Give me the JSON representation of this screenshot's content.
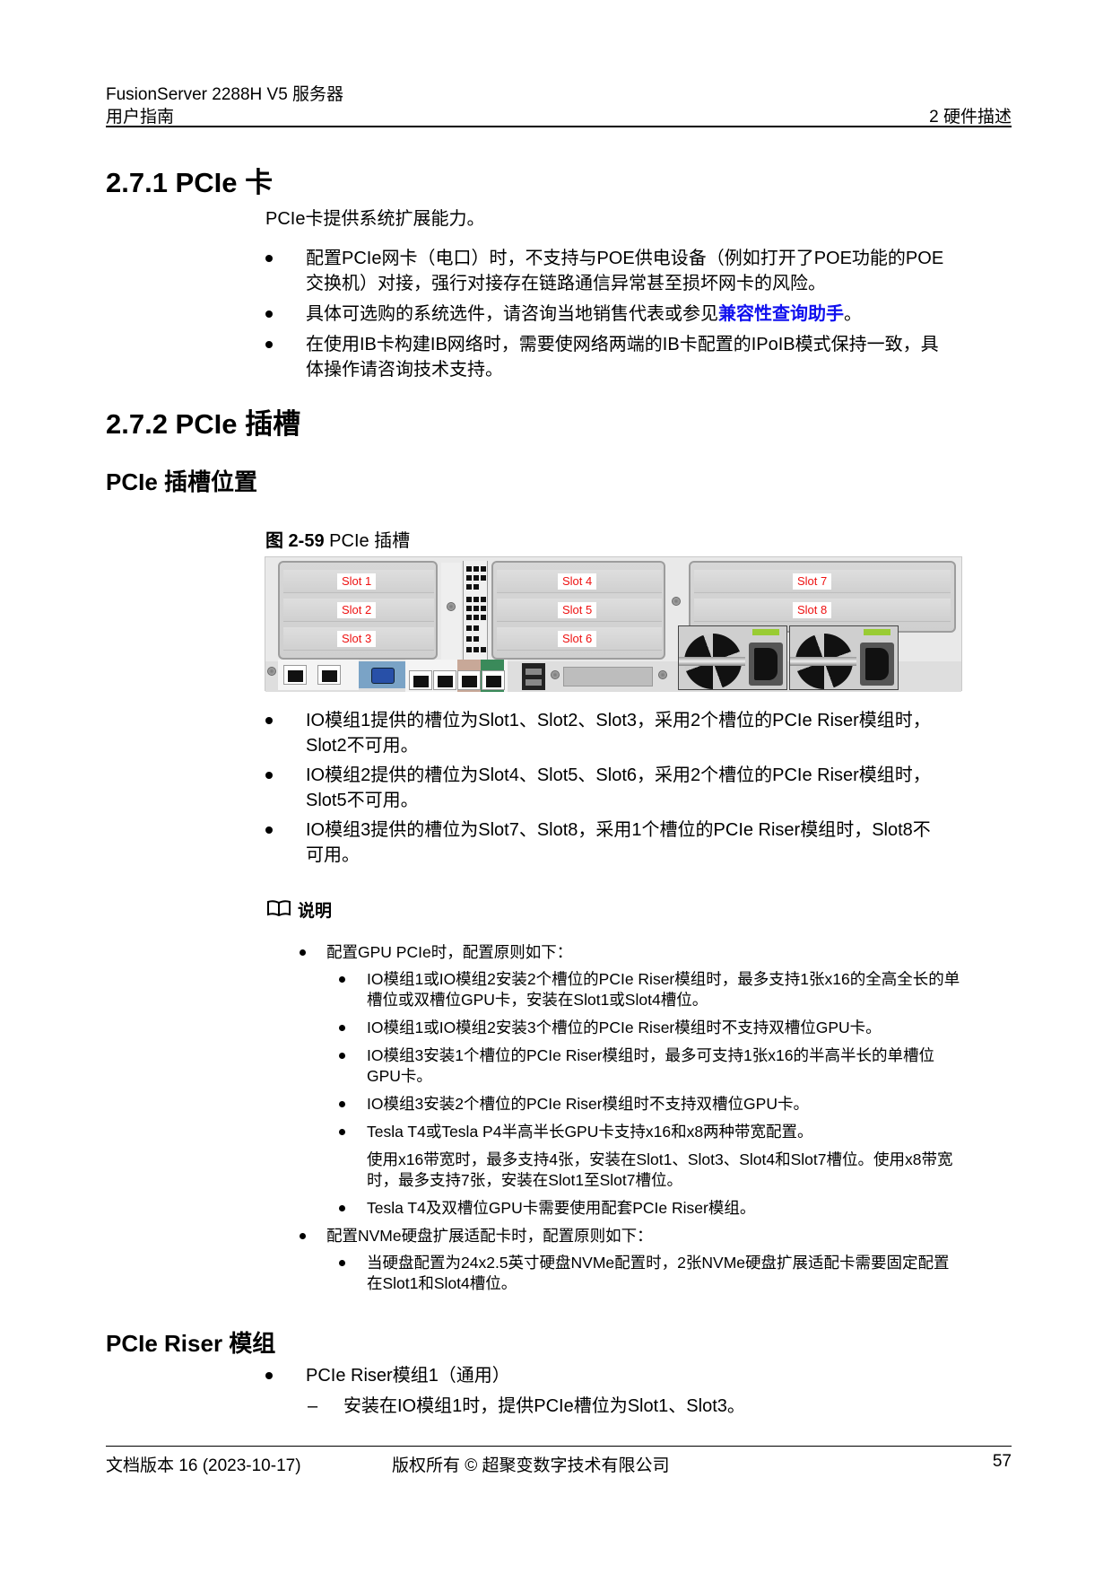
{
  "header": {
    "product": "FusionServer 2288H V5 服务器",
    "doc_title": "用户指南",
    "chapter": "2 硬件描述"
  },
  "section_271": {
    "title": "2.7.1 PCIe 卡",
    "intro": "PCIe卡提供系统扩展能力。",
    "bullets": [
      {
        "line1": "配置PCIe网卡（电口）时，不支持与POE供电设备（例如打开了POE功能的POE",
        "line2": "交换机）对接，强行对接存在链路通信异常甚至损坏网卡的风险。"
      },
      {
        "text_before": "具体可选购的系统选件，请咨询当地销售代表或参见",
        "link": "兼容性查询助手",
        "text_after": "。"
      },
      {
        "line1": "在使用IB卡构建IB网络时，需要使网络两端的IB卡配置的IPoIB模式保持一致，具",
        "line2": "体操作请咨询技术支持。"
      }
    ]
  },
  "section_272": {
    "title": "2.7.2 PCIe 插槽",
    "sub_location": "PCIe 插槽位置",
    "figure": {
      "label": "图 2-59",
      "caption": "PCIe 插槽",
      "slots": [
        "Slot 1",
        "Slot 2",
        "Slot 3",
        "Slot 4",
        "Slot 5",
        "Slot 6",
        "Slot 7",
        "Slot 8"
      ]
    },
    "bullets": [
      {
        "line1": "IO模组1提供的槽位为Slot1、Slot2、Slot3，采用2个槽位的PCIe Riser模组时，",
        "line2": "Slot2不可用。"
      },
      {
        "line1": "IO模组2提供的槽位为Slot4、Slot5、Slot6，采用2个槽位的PCIe Riser模组时，",
        "line2": "Slot5不可用。"
      },
      {
        "line1": "IO模组3提供的槽位为Slot7、Slot8，采用1个槽位的PCIe Riser模组时，Slot8不",
        "line2": "可用。"
      }
    ]
  },
  "note": {
    "icon": "book-icon",
    "title": "说明",
    "gpu": {
      "heading": "配置GPU PCIe时，配置原则如下：",
      "items": [
        {
          "line1": "IO模组1或IO模组2安装2个槽位的PCIe Riser模组时，最多支持1张x16的全高全长的单",
          "line2": "槽位或双槽位GPU卡，安装在Slot1或Slot4槽位。"
        },
        {
          "line1": "IO模组1或IO模组2安装3个槽位的PCIe Riser模组时不支持双槽位GPU卡。"
        },
        {
          "line1": "IO模组3安装1个槽位的PCIe Riser模组时，最多可支持1张x16的半高半长的单槽位",
          "line2": "GPU卡。"
        },
        {
          "line1": "IO模组3安装2个槽位的PCIe Riser模组时不支持双槽位GPU卡。"
        },
        {
          "line1": "Tesla T4或Tesla P4半高半长GPU卡支持x16和x8两种带宽配置。",
          "detail1": "使用x16带宽时，最多支持4张，安装在Slot1、Slot3、Slot4和Slot7槽位。使用x8带宽",
          "detail2": "时，最多支持7张，安装在Slot1至Slot7槽位。"
        },
        {
          "line1": "Tesla T4及双槽位GPU卡需要使用配套PCIe Riser模组。"
        }
      ]
    },
    "nvme": {
      "heading": "配置NVMe硬盘扩展适配卡时，配置原则如下：",
      "items": [
        {
          "line1": "当硬盘配置为24x2.5英寸硬盘NVMe配置时，2张NVMe硬盘扩展适配卡需要固定配置",
          "line2": "在Slot1和Slot4槽位。"
        }
      ]
    }
  },
  "riser_section": {
    "title": "PCIe Riser 模组",
    "item1": "PCIe Riser模组1（通用）",
    "item1_dash": "–",
    "item1_sub": "安装在IO模组1时，提供PCIe槽位为Slot1、Slot3。"
  },
  "footer": {
    "version": "文档版本 16 (2023-10-17)",
    "copyright": "版权所有 © 超聚变数字技术有限公司",
    "page": "57"
  },
  "colors": {
    "link": "#1010ee",
    "slot_label": "#ee1111"
  }
}
